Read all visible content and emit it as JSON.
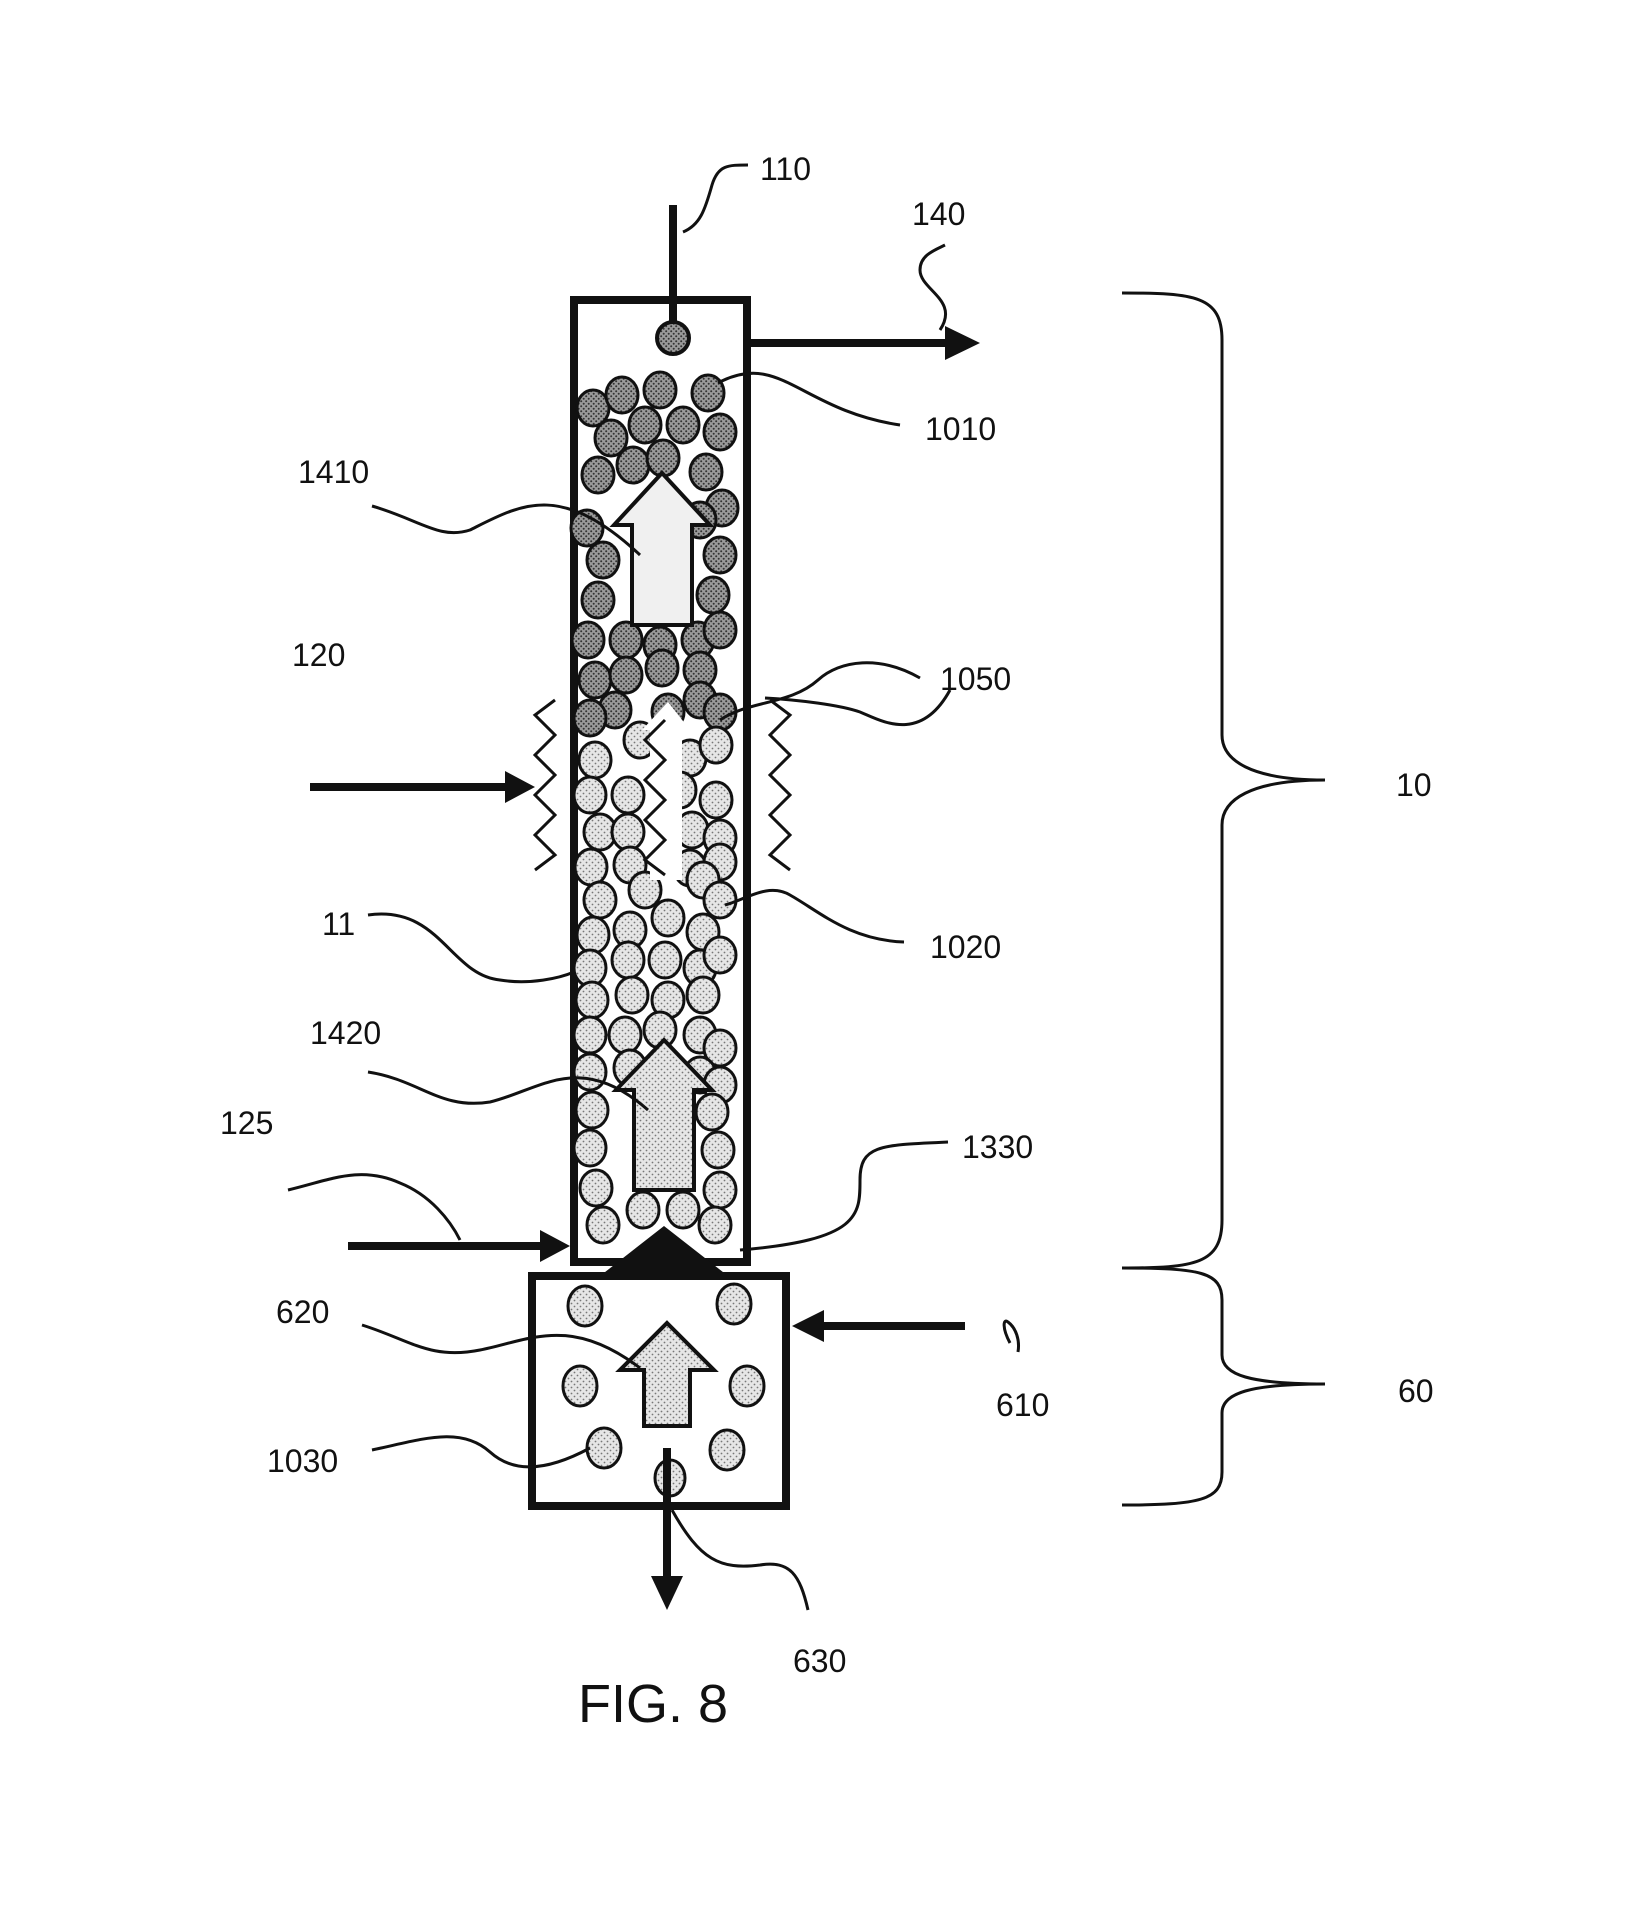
{
  "figure": {
    "caption": "FIG. 8",
    "labels": {
      "l110": "110",
      "l140": "140",
      "l1010": "1010",
      "l1410": "1410",
      "l120": "120",
      "l1050": "1050",
      "l10": "10",
      "l11": "11",
      "l1020": "1020",
      "l1420": "1420",
      "l125": "125",
      "l1330": "1330",
      "l620": "620",
      "l610": "610",
      "l60": "60",
      "l1030": "1030",
      "l630": "630"
    }
  },
  "colors": {
    "ink": "#111111",
    "dark_particle": "#6e6e6e",
    "light_particle": "#d9d9d9",
    "arrow_fill": "#ececec"
  }
}
